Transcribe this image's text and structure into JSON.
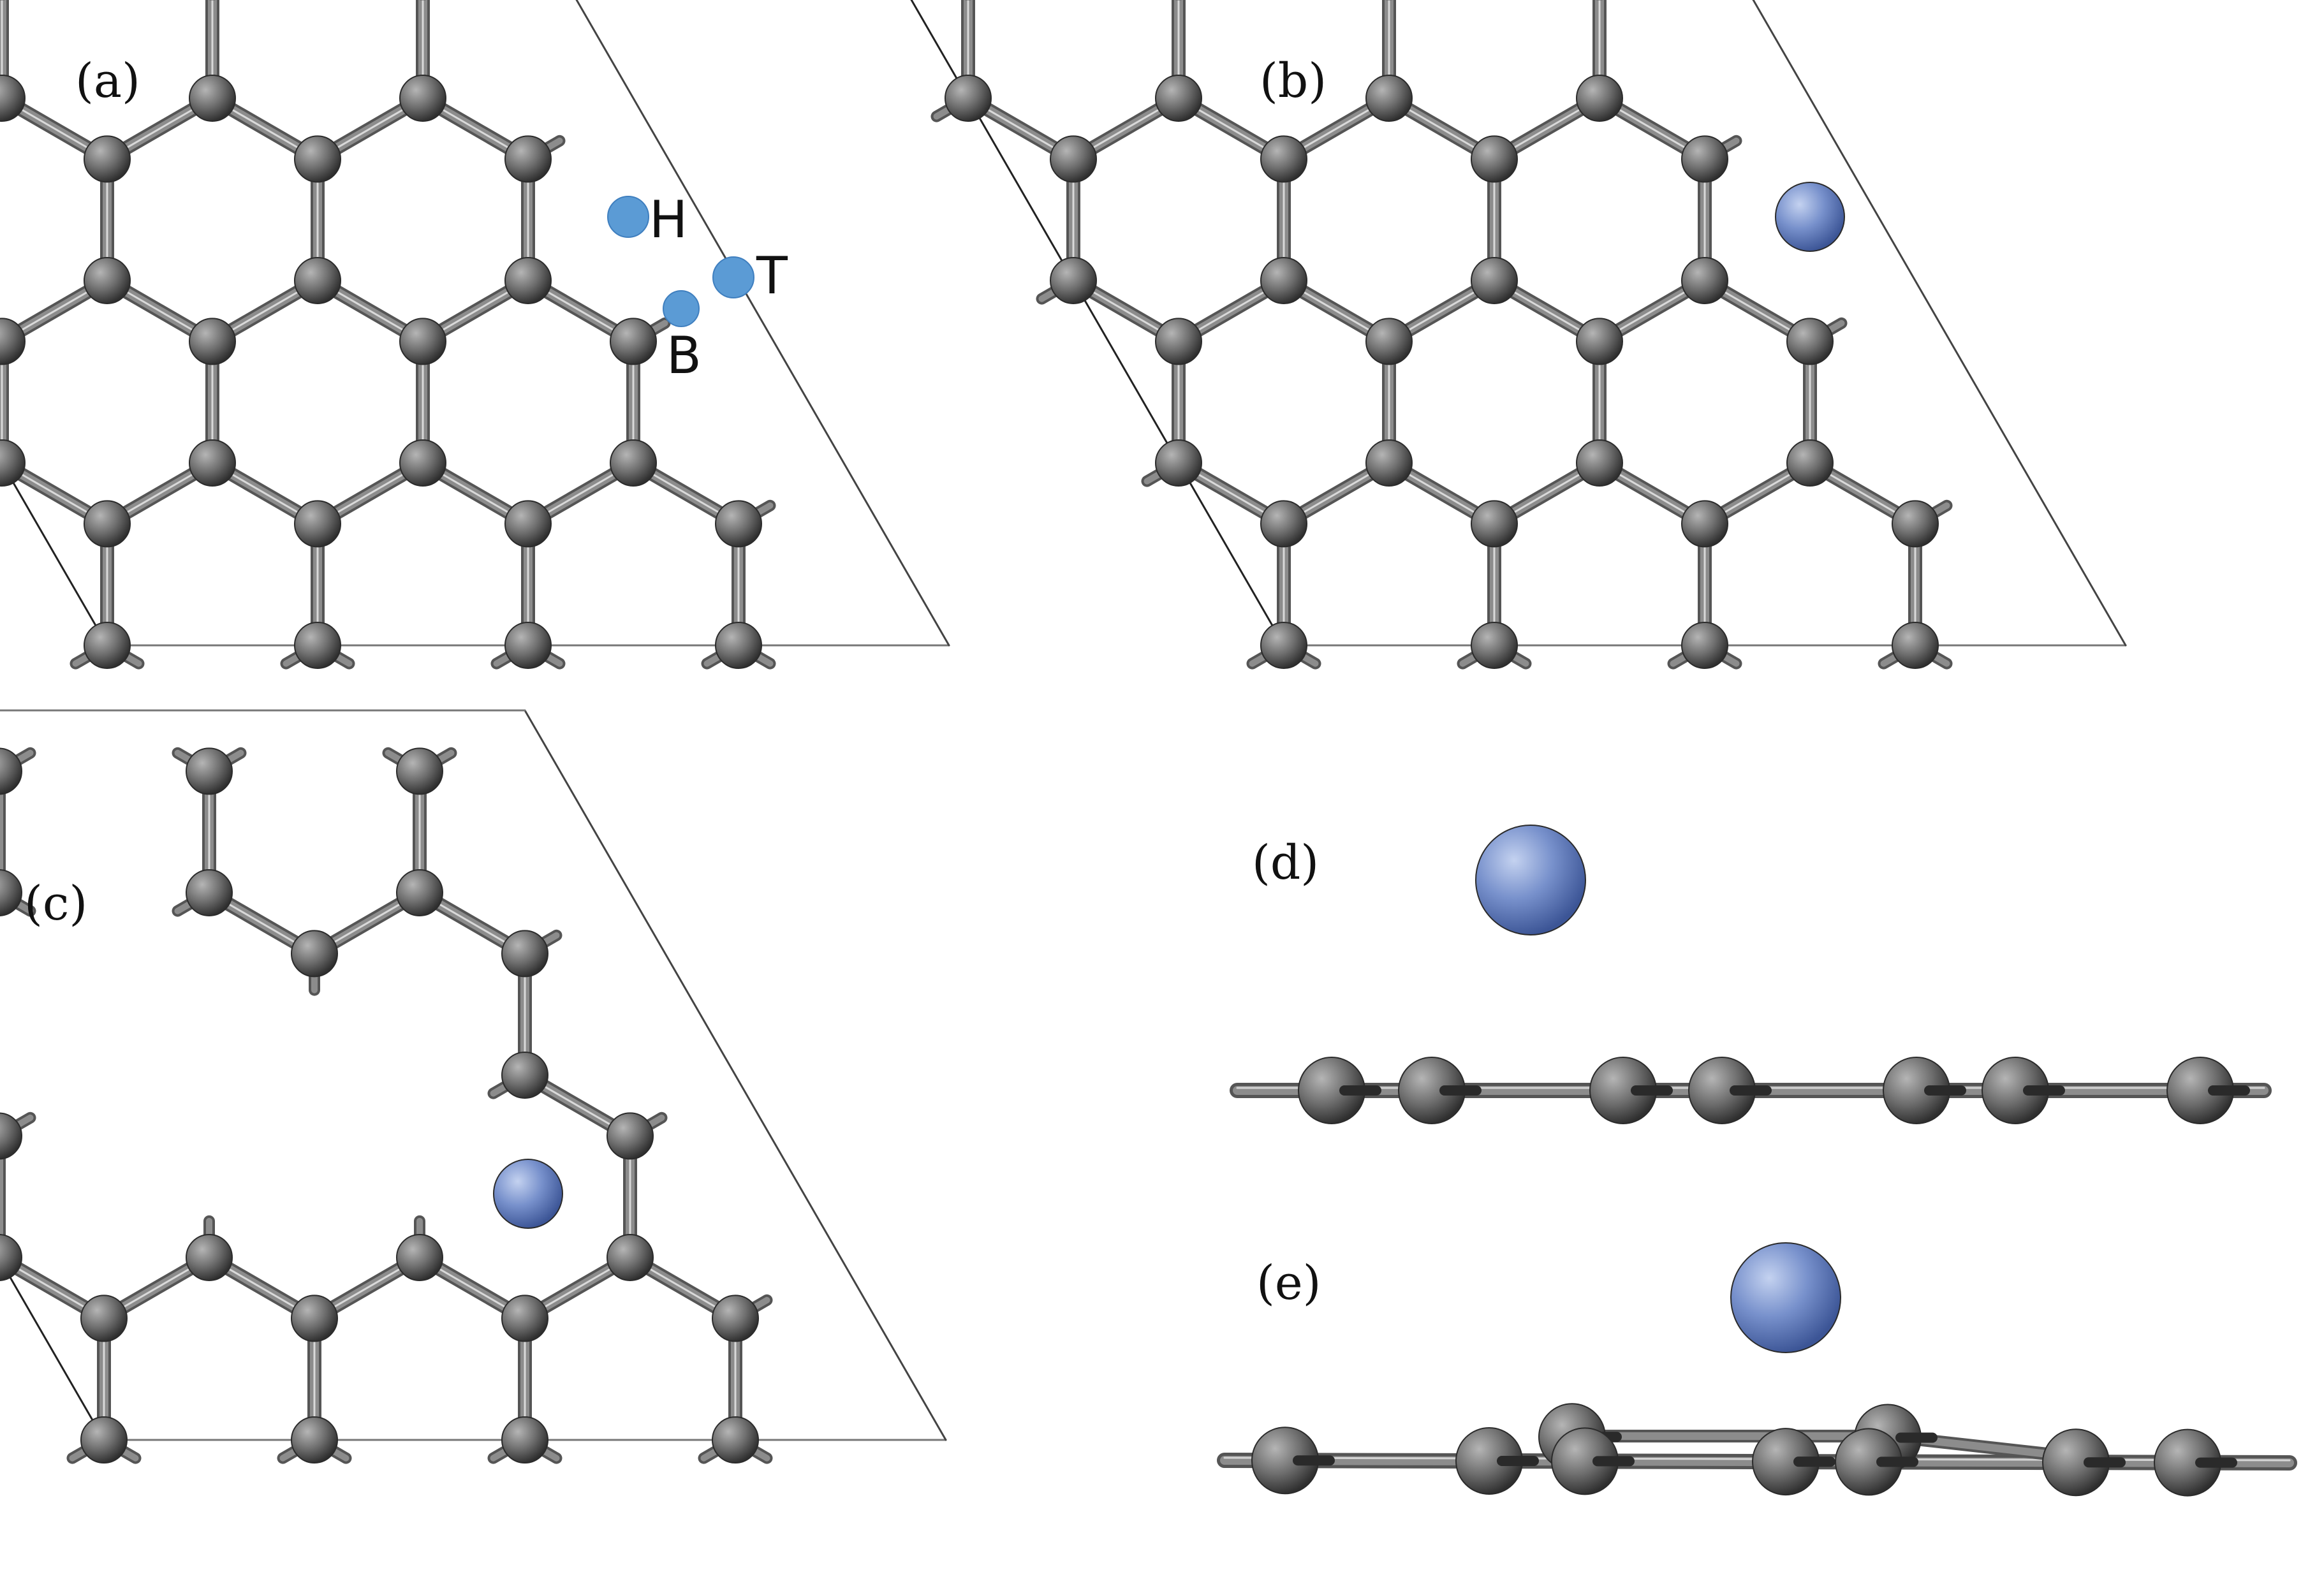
{
  "panels": [
    {
      "label": "(a)"
    },
    {
      "label": "(b)"
    },
    {
      "label": "(c)"
    },
    {
      "label": "(d)"
    },
    {
      "label": "(e)"
    }
  ],
  "sites": [
    {
      "label": "H"
    },
    {
      "label": "T"
    },
    {
      "label": "B"
    }
  ],
  "colors": {
    "carbon_dark": "#3a3a3a",
    "carbon_light": "#9a9a9a",
    "bond": "#8c8c8c",
    "bond_edge": "#555555",
    "adatom_dark": "#3f5a9a",
    "adatom_light": "#a9bde8",
    "site_marker": "#5b9bd5",
    "cell_line": "#222222"
  }
}
